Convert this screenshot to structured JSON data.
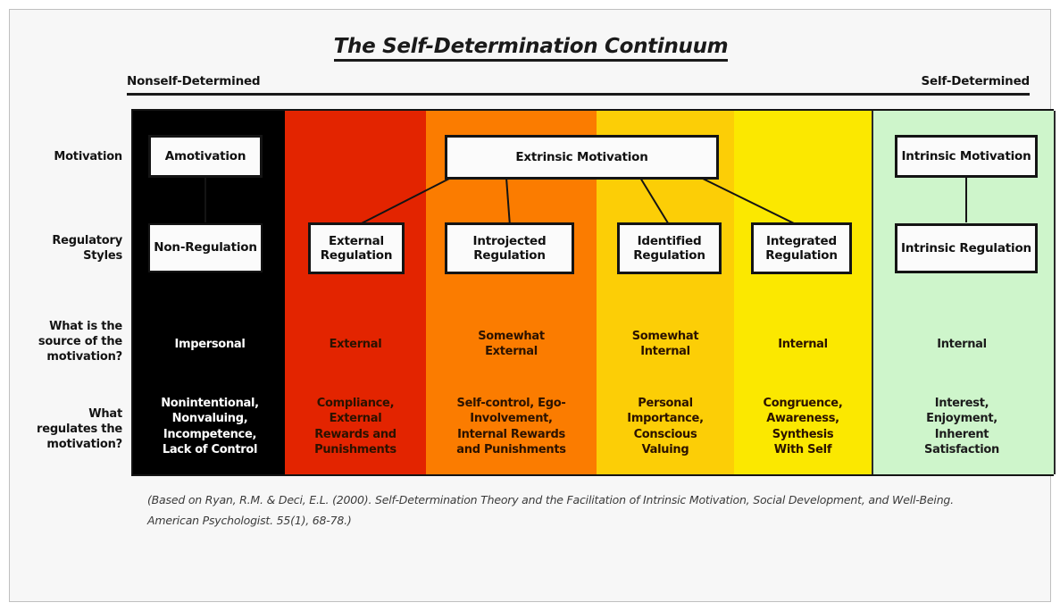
{
  "title": "The Self-Determination Continuum",
  "axis": {
    "left_label": "Nonself-Determined",
    "right_label": "Self-Determined"
  },
  "row_labels": {
    "motivation": "Motivation",
    "regulatory_styles": "Regulatory\nStyles",
    "source": "What is the\nsource of the\nmotivation?",
    "regulates": "What\nregulates the\nmotivation?"
  },
  "row_labels_lines": {
    "motivation": [
      "Motivation"
    ],
    "regulatory_styles": [
      "Regulatory",
      "Styles"
    ],
    "source": [
      "What is the",
      "source of the",
      "motivation?"
    ],
    "regulates": [
      "What",
      "regulates the",
      "motivation?"
    ]
  },
  "colors": {
    "black": "#000000",
    "red": "#E32400",
    "orange": "#FB7C00",
    "amber": "#FCCE06",
    "yellow": "#FBE800",
    "green": "#CEF5CB",
    "page_background": "#F7F7F7",
    "box_fill": "#FBFBFB",
    "outline": "#141414"
  },
  "motivation_nodes": [
    {
      "label": "Amotivation"
    },
    {
      "label": "Extrinsic Motivation"
    },
    {
      "label": "Intrinsic Motivation"
    }
  ],
  "regulation_nodes": [
    {
      "lines": [
        "Non-Regulation"
      ]
    },
    {
      "lines": [
        "External",
        "Regulation"
      ]
    },
    {
      "lines": [
        "Introjected",
        "Regulation"
      ]
    },
    {
      "lines": [
        "Identified",
        "Regulation"
      ]
    },
    {
      "lines": [
        "Integrated",
        "Regulation"
      ]
    },
    {
      "lines": [
        "Intrinsic Regulation"
      ]
    }
  ],
  "source_row": [
    {
      "lines": [
        "Impersonal"
      ]
    },
    {
      "lines": [
        "External"
      ]
    },
    {
      "lines": [
        "Somewhat",
        "External"
      ]
    },
    {
      "lines": [
        "Somewhat",
        "Internal"
      ]
    },
    {
      "lines": [
        "Internal"
      ]
    },
    {
      "lines": [
        "Internal"
      ]
    }
  ],
  "regulates_row": [
    {
      "lines": [
        "Nonintentional,",
        "Nonvaluing,",
        "Incompetence,",
        "Lack of Control"
      ]
    },
    {
      "lines": [
        "Compliance,",
        "External",
        "Rewards and",
        "Punishments"
      ]
    },
    {
      "lines": [
        "Self-control, Ego-",
        "Involvement,",
        "Internal Rewards",
        "and Punishments"
      ]
    },
    {
      "lines": [
        "Personal",
        "Importance,",
        "Conscious",
        "Valuing"
      ]
    },
    {
      "lines": [
        "Congruence,",
        "Awareness,",
        "Synthesis",
        "With Self"
      ]
    },
    {
      "lines": [
        "Interest,",
        "Enjoyment,",
        "Inherent",
        "Satisfaction"
      ]
    }
  ],
  "citation": {
    "line1": "(Based on Ryan, R.M. & Deci, E.L. (2000). Self-Determination Theory and the Facilitation of Intrinsic Motivation, Social Development, and Well-Being.",
    "line2": "American Psychologist.  55(1), 68-78.)"
  }
}
